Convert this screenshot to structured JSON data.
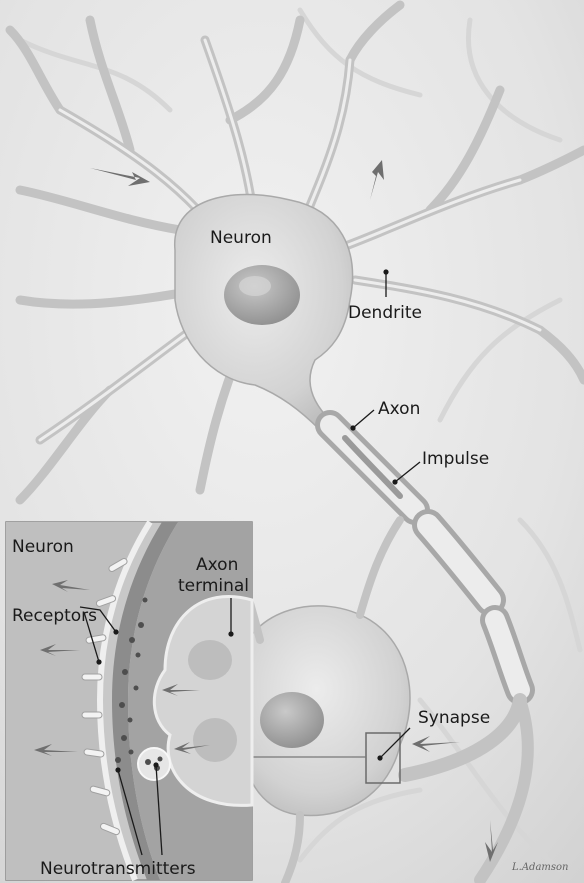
{
  "labels": {
    "neuron_main": "Neuron",
    "dendrite": "Dendrite",
    "axon": "Axon",
    "impulse": "Impulse",
    "synapse": "Synapse",
    "neuron_inset": "Neuron",
    "axon_terminal_line1": "Axon",
    "axon_terminal_line2": "terminal",
    "receptors": "Receptors",
    "neurotransmitters": "Neurotransmitters"
  },
  "signature": "L.Adamson",
  "colors": {
    "background": "#e6e6e6",
    "cell_body": "#d2d2d2",
    "cell_highlight": "#efefef",
    "nucleus": "#a9a9a9",
    "inset_cleft": "#8c8c8c",
    "inset_terminal": "#cdcdcd",
    "vesicle": "#5a5a5a",
    "arrow": "#6f6f6f",
    "text": "#1a1a1a"
  }
}
